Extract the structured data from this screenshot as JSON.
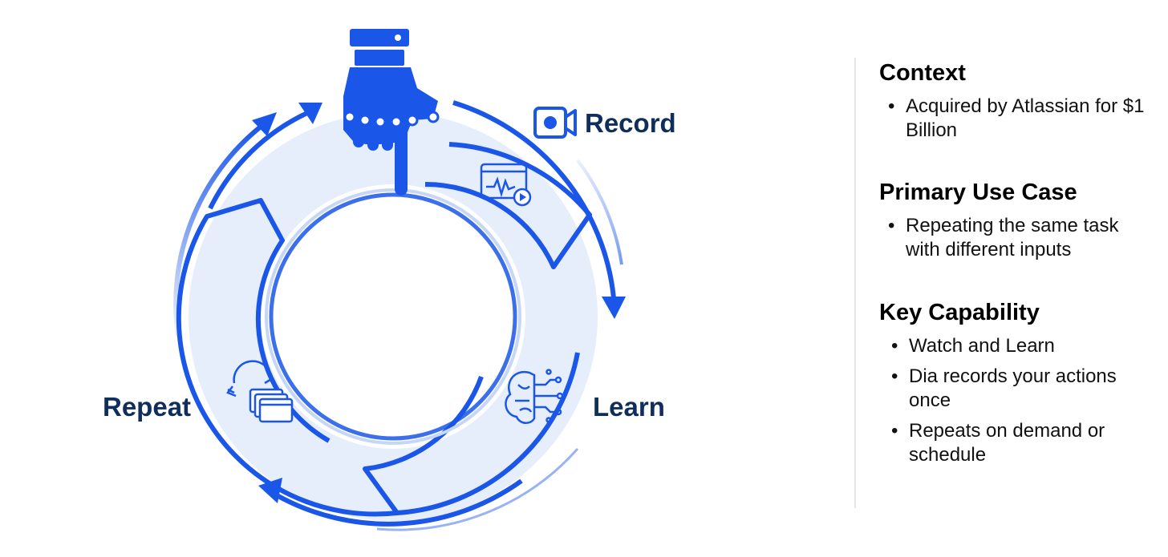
{
  "cycle": {
    "steps": [
      {
        "key": "record",
        "label": "Record",
        "icon": "video-camera-icon"
      },
      {
        "key": "learn",
        "label": "Learn",
        "icon": "brain-circuit-icon"
      },
      {
        "key": "repeat",
        "label": "Repeat",
        "icon": "repeat-windows-icon"
      }
    ],
    "center_icon": "robot-hand-pointing-icon",
    "accent_color": "#1a56e8",
    "label_color": "#0f2e5c"
  },
  "panel": {
    "sections": [
      {
        "title": "Context",
        "bullets": [
          "Acquired by Atlassian for $1 Billion"
        ]
      },
      {
        "title": "Primary Use Case",
        "bullets": [
          "Repeating the same task with different inputs"
        ]
      },
      {
        "title": "Key Capability",
        "bullets": [
          "Watch and Learn",
          "Dia records your actions once",
          "Repeats on demand or schedule"
        ]
      }
    ]
  }
}
